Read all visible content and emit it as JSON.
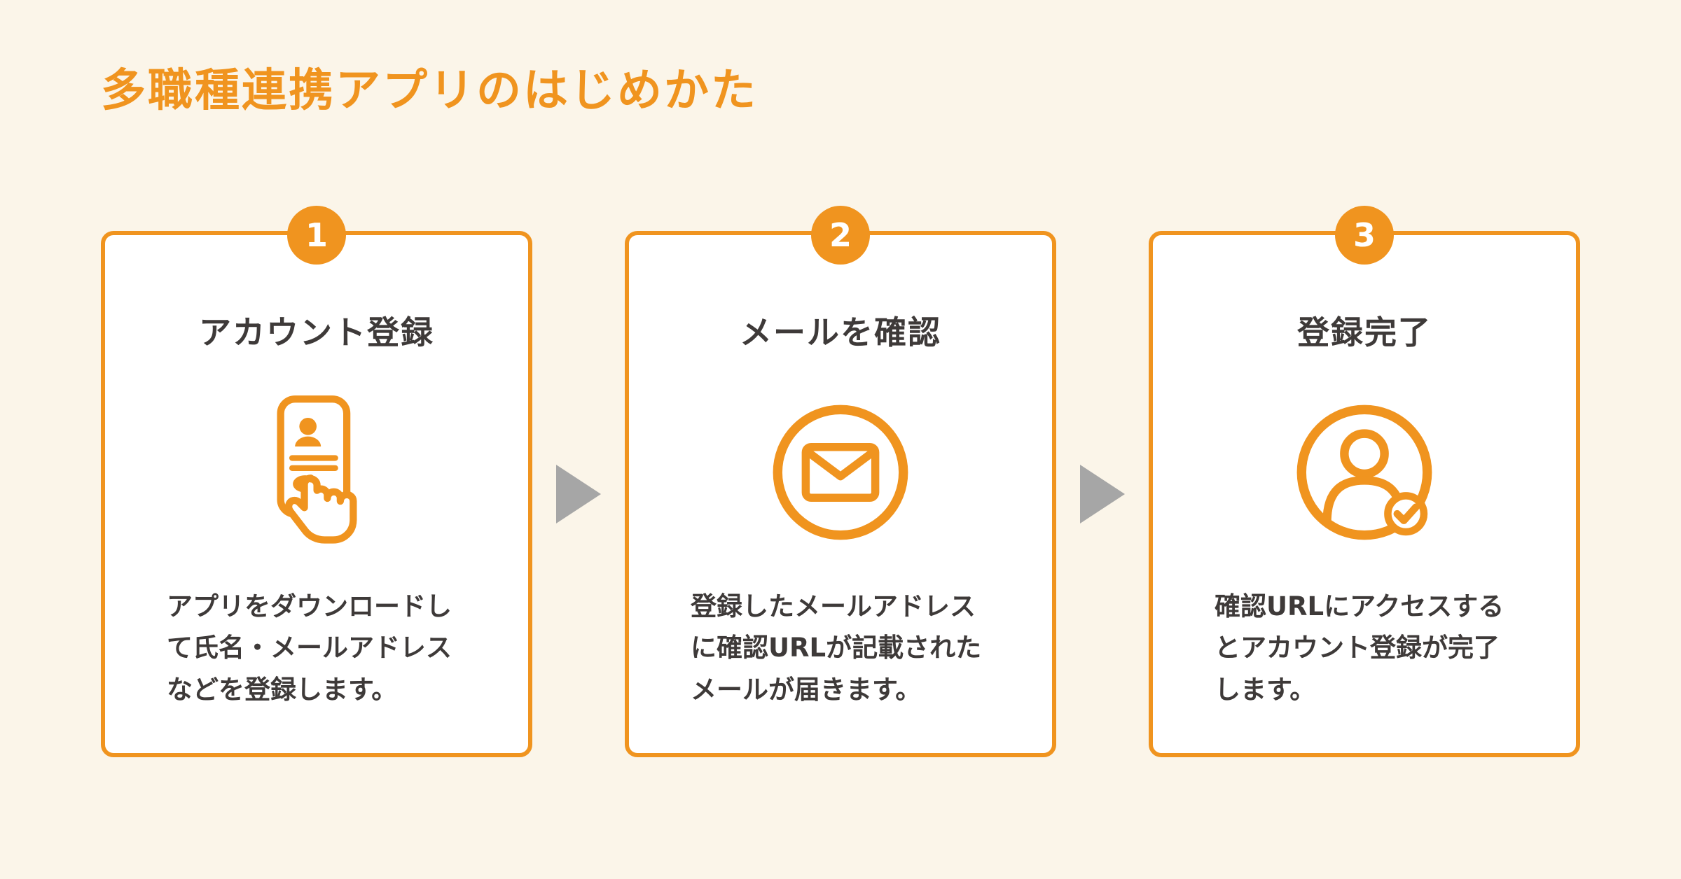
{
  "page": {
    "title": "多職種連携アプリのはじめかた",
    "colors": {
      "background": "#FBF5E9",
      "accent": "#F0941F",
      "card_bg": "#FFFFFF",
      "text": "#3E3A39",
      "arrow": "#A6A6A6"
    }
  },
  "steps": [
    {
      "number": "1",
      "title": "アカウント登録",
      "icon": "smartphone-hand-icon",
      "description": "アプリをダウンロードして氏名・メールアドレスなどを登録します。"
    },
    {
      "number": "2",
      "title": "メールを確認",
      "icon": "mail-circle-icon",
      "description": "登録したメールアドレスに確認URLが記載されたメールが届きます。"
    },
    {
      "number": "3",
      "title": "登録完了",
      "icon": "user-check-icon",
      "description": "確認URLにアクセスするとアカウント登録が完了します。"
    }
  ],
  "connectors": {
    "icon": "arrow-right-icon"
  }
}
